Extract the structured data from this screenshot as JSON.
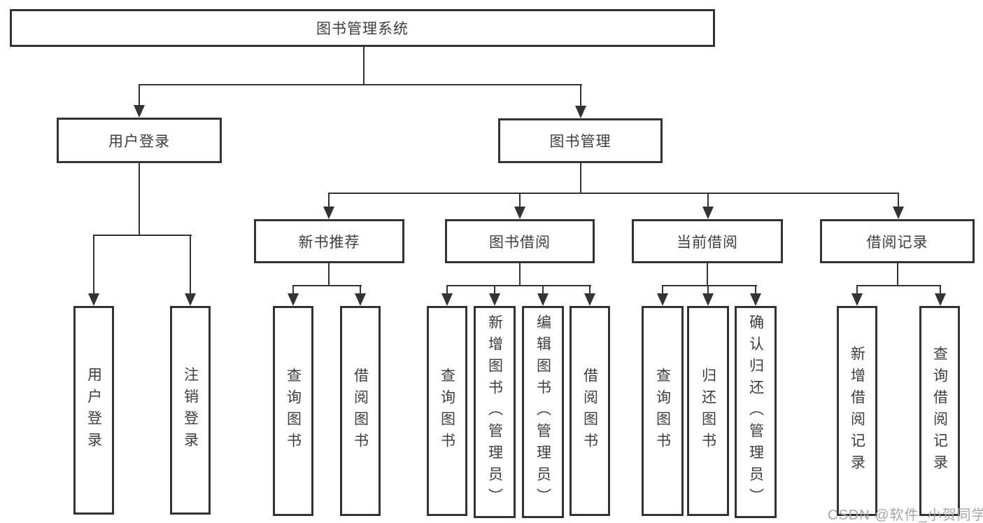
{
  "page": {
    "background": "#ffffff"
  },
  "colors": {
    "line": "#333333",
    "box_border": "#333333",
    "text": "#3d3d3d",
    "watermark": "#a6a6a6"
  },
  "watermark": {
    "text": "CSDN @软件_小贺同学"
  },
  "tree": {
    "root": {
      "label": "图书管理系统",
      "children": [
        {
          "label": "用户登录",
          "children": [
            {
              "label": "用户登录"
            },
            {
              "label": "注销登录"
            }
          ]
        },
        {
          "label": "图书管理",
          "children": [
            {
              "label": "新书推荐",
              "children": [
                {
                  "label": "查询图书"
                },
                {
                  "label": "借阅图书"
                }
              ]
            },
            {
              "label": "图书借阅",
              "children": [
                {
                  "label": "查询图书"
                },
                {
                  "label": "新增图书（管理员）"
                },
                {
                  "label": "编辑图书（管理员）"
                },
                {
                  "label": "借阅图书"
                }
              ]
            },
            {
              "label": "当前借阅",
              "children": [
                {
                  "label": "查询图书"
                },
                {
                  "label": "归还图书"
                },
                {
                  "label": "确认归还（管理员）"
                }
              ]
            },
            {
              "label": "借阅记录",
              "children": [
                {
                  "label": "新增借阅记录"
                },
                {
                  "label": "查询借阅记录"
                }
              ]
            }
          ]
        }
      ]
    }
  }
}
